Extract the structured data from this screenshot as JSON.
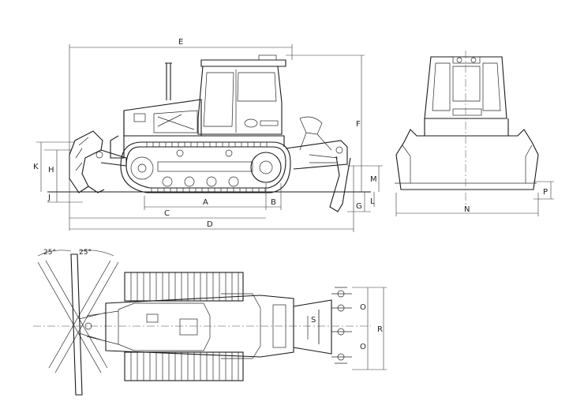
{
  "views": {
    "side": {
      "dim_labels": [
        "E",
        "F",
        "K",
        "H",
        "J",
        "A",
        "B",
        "C",
        "D",
        "M",
        "G",
        "L"
      ]
    },
    "front": {
      "dim_labels": [
        "N",
        "P"
      ]
    },
    "top": {
      "dim_labels": [
        "R",
        "O",
        "O",
        "S"
      ],
      "blade_angles": [
        "25°",
        "25°"
      ]
    }
  }
}
